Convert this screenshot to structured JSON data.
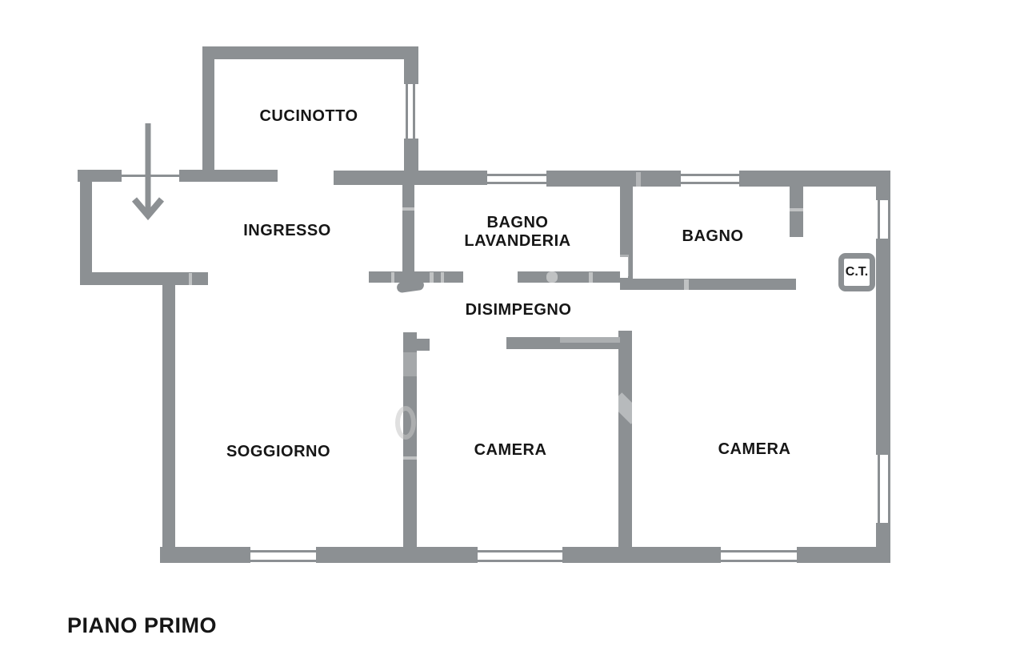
{
  "floor_title": "PIANO PRIMO",
  "rooms": {
    "cucinotto": "CUCINOTTO",
    "ingresso": "INGRESSO",
    "bagno_lavanderia_line1": "BAGNO",
    "bagno_lavanderia_line2": "LAVANDERIA",
    "bagno": "BAGNO",
    "ct": "C.T.",
    "disimpegno": "DISIMPEGNO",
    "soggiorno": "SOGGIORNO",
    "camera_left": "CAMERA",
    "camera_right": "CAMERA"
  },
  "colors": {
    "wall": "#8c9093",
    "label_text": "#161616",
    "background": "#ffffff"
  }
}
